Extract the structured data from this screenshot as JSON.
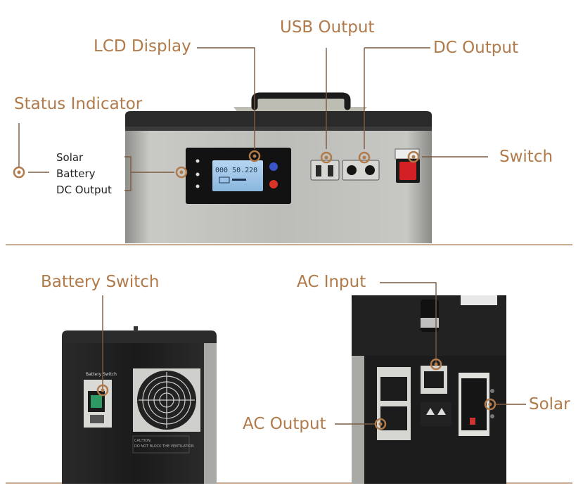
{
  "labels": {
    "lcd_display": "LCD Display",
    "usb_output": "USB Output",
    "dc_output": "DC Output",
    "status_indicator": "Status Indicator",
    "switch": "Switch",
    "battery_switch": "Battery Switch",
    "ac_input": "AC Input",
    "ac_output": "AC Output",
    "solar": "Solar"
  },
  "status_items": [
    "Solar",
    "Battery",
    "DC Output"
  ],
  "lcd": {
    "readout": "000 50.220"
  },
  "colors": {
    "accent": "#b07a4a",
    "divider": "#c9ad94",
    "lcd": "#9fc4e6",
    "switch_red": "#d32024",
    "device_dark": "#1e1e1e",
    "device_silver": "#b9b9b6"
  },
  "icons": [
    "callout-target-icon",
    "usb-port-icon",
    "dc-port-icon",
    "rocker-switch-icon",
    "fan-grille-icon",
    "ac-socket-icon",
    "iec-inlet-icon"
  ]
}
